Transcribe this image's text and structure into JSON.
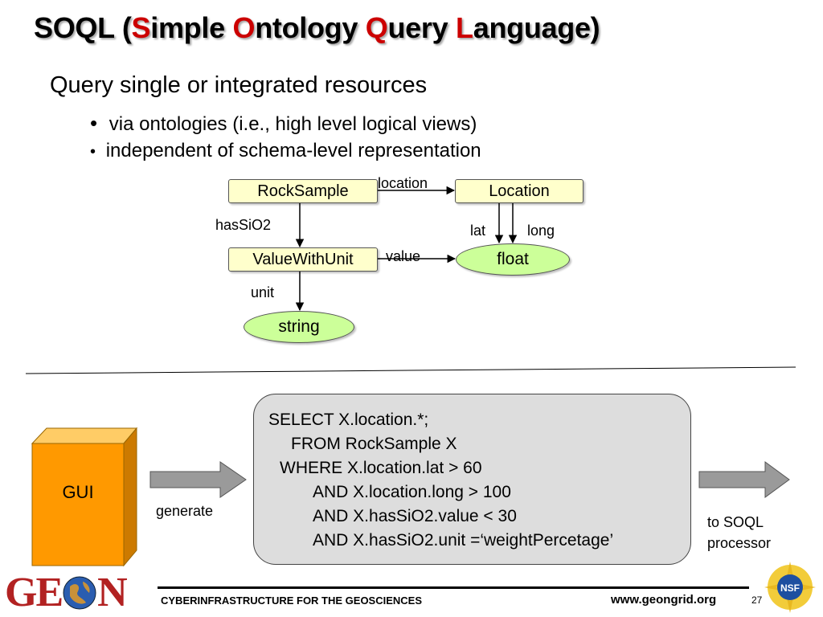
{
  "title": {
    "p1": "SOQL (",
    "s": "S",
    "s_rest": "imple ",
    "o": "O",
    "o_rest": "ntology ",
    "q": "Q",
    "q_rest": "uery ",
    "l": "L",
    "l_rest": "anguage)"
  },
  "bullets": {
    "main": "Query single or integrated resources",
    "sub1": "via ontologies (i.e., high level logical views)",
    "sub2": "independent of schema-level representation"
  },
  "diagram": {
    "nodes": {
      "rock_sample": "RockSample",
      "location": "Location",
      "value_with_unit": "ValueWithUnit",
      "float": "float",
      "string": "string"
    },
    "edges": {
      "location": "location",
      "has_sio2": "hasSiO2",
      "lat": "lat",
      "long": "long",
      "value": "value",
      "unit": "unit"
    }
  },
  "query": {
    "line1": "SELECT X.location.*;",
    "line2": "FROM RockSample X",
    "line3": "WHERE X.location.lat > 60",
    "line4": "AND X.location.long > 100",
    "line5": "AND X.hasSiO2.value < 30",
    "line6": "AND X.hasSiO2.unit =‘weightPercetage’"
  },
  "gui": {
    "label": "GUI"
  },
  "labels": {
    "generate": "generate",
    "to_soql_1": "to SOQL",
    "to_soql_2": "processor"
  },
  "footer": {
    "logo_text_left": "GE",
    "logo_text_right": "N",
    "tagline": "CYBERINFRASTRUCTURE FOR THE GEOSCIENCES",
    "url": "www.geongrid.org",
    "page": "27",
    "nsf": "NSF"
  },
  "colors": {
    "title_red": "#cc0000",
    "box_fill": "#ffffcc",
    "ellipse_fill": "#ccff99",
    "query_fill": "#dddddd",
    "gui_orange": "#ff9900",
    "geon_red": "#b22222"
  }
}
